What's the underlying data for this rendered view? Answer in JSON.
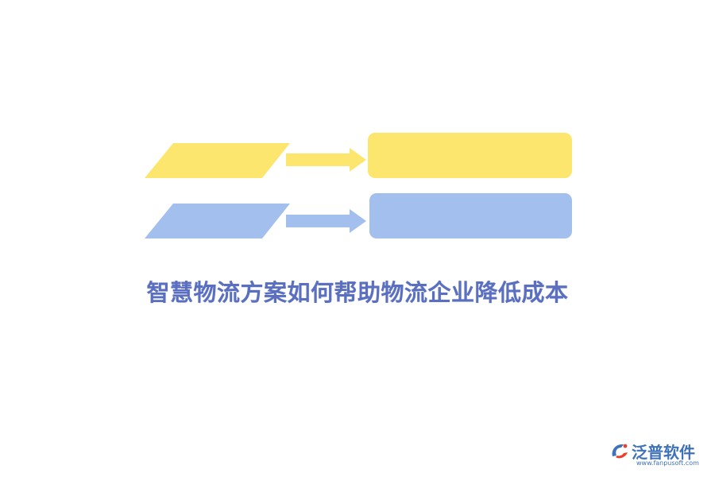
{
  "title": "智慧物流方案如何帮助物流企业降低成本",
  "logo": {
    "name": "泛普软件",
    "url": "www.fanpusoft.com",
    "icon": "fanpu-logo-icon"
  },
  "colors": {
    "yellow": "#fde66e",
    "blue": "#a3bfee",
    "title": "#5a6fc0",
    "logo": "#3f72b8",
    "logo_accent": "#e8412b"
  }
}
